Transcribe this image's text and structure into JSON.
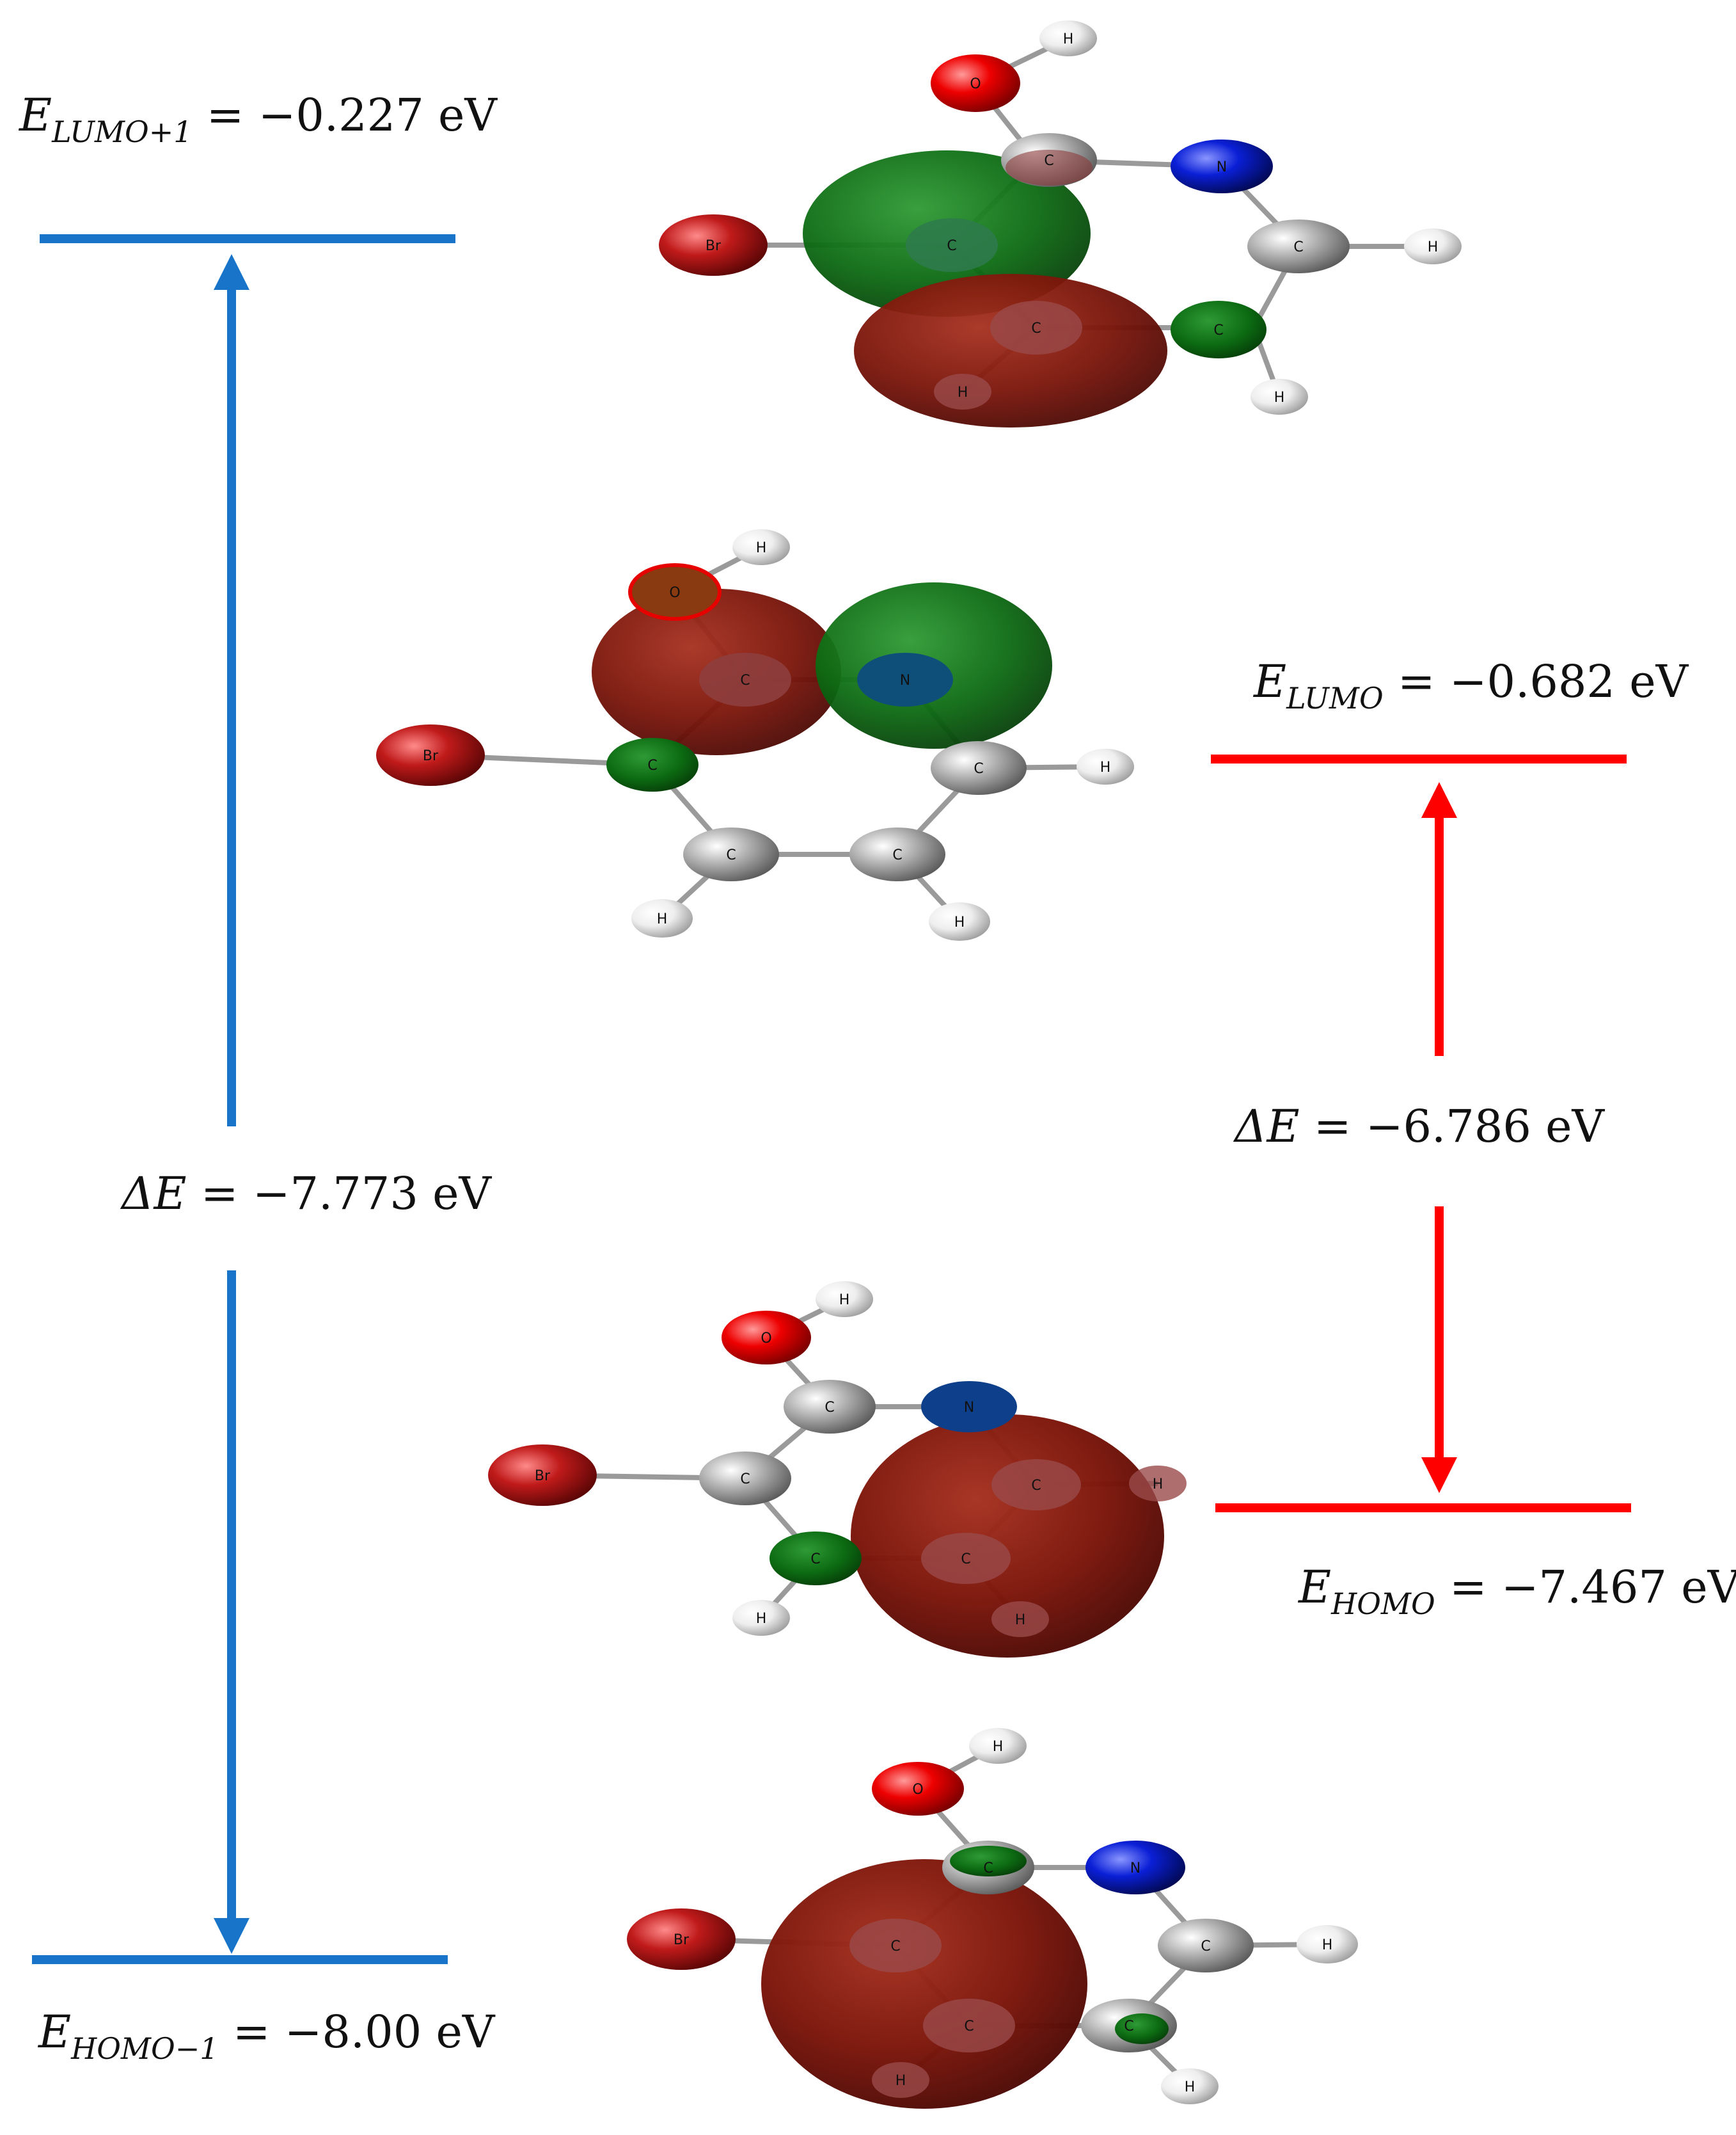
{
  "colors": {
    "left_diagram": "#1874c9",
    "right_diagram": "#ff0000",
    "lobe_positive": "#7a1409",
    "lobe_negative": "#0c6b12",
    "atom_carbon": "#a9a9a9",
    "atom_hydrogen": "#eeeeee",
    "atom_oxygen": "#e60000",
    "atom_nitrogen": "#0a1fd6",
    "atom_bromine": "#b01212"
  },
  "levels": {
    "lumo_plus_1": {
      "symbol": "E",
      "subscript": "LUMO+1",
      "eq": " = ",
      "value": "−0.227 eV"
    },
    "homo_minus_1": {
      "symbol": "E",
      "subscript": "HOMO−1",
      "eq": " = ",
      "value": "−8.00 eV"
    },
    "lumo": {
      "symbol": "E",
      "subscript": "LUMO",
      "eq": " = ",
      "value": "−0.682 eV"
    },
    "homo": {
      "symbol": "E",
      "subscript": "HOMO",
      "eq": " = ",
      "value": "−7.467 eV"
    }
  },
  "gaps": {
    "left": {
      "symbol": "ΔE",
      "eq": " = ",
      "value": "−7.773 eV"
    },
    "right": {
      "symbol": "ΔE",
      "eq": " = ",
      "value": "−6.786 eV"
    }
  },
  "atoms": {
    "carbon": "C",
    "hydrogen": "H",
    "oxygen": "O",
    "nitrogen": "N",
    "bromine": "Br"
  },
  "orbitals": [
    {
      "name": "LUMO+1"
    },
    {
      "name": "LUMO"
    },
    {
      "name": "HOMO"
    },
    {
      "name": "HOMO-1"
    }
  ]
}
